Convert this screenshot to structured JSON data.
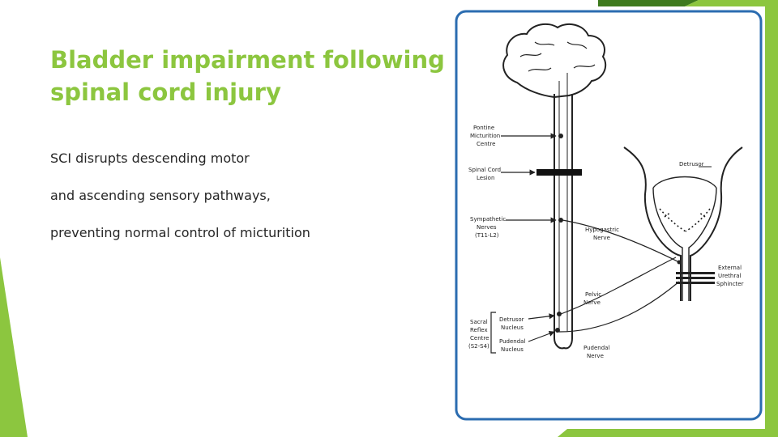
{
  "slide": {
    "title_lines": [
      "Bladder impairment following",
      "spinal cord injury"
    ],
    "body_lines": [
      "SCI disrupts descending motor",
      "and ascending sensory pathways,",
      "preventing normal control of micturition"
    ]
  },
  "diagram": {
    "labels": {
      "pontine_centre": [
        "Pontine",
        "Micturition",
        "Centre"
      ],
      "spinal_lesion": [
        "Spinal Cord",
        "Lesion"
      ],
      "sympathetic": [
        "Sympathetic",
        "Nerves",
        "(T11-L2)"
      ],
      "sacral_centre": [
        "Sacral",
        "Reflex",
        "Centre",
        "(S2-S4)"
      ],
      "detrusor_nucleus": [
        "Detrusor",
        "Nucleus"
      ],
      "pudendal_nucleus": [
        "Pudendal",
        "Nucleus"
      ],
      "hypogastric": [
        "Hypogastric",
        "Nerve"
      ],
      "pelvic": [
        "Pelvic",
        "Nerve"
      ],
      "pudendal": [
        "Pudendal",
        "Nerve"
      ],
      "detrusor": [
        "Detrusor"
      ],
      "sphincter": [
        "External",
        "Urethral",
        "Sphincter"
      ]
    }
  },
  "colors": {
    "accent_green": "#8cc63f",
    "dark_green": "#3e7a1e",
    "frame_blue": "#2b6cb0"
  }
}
